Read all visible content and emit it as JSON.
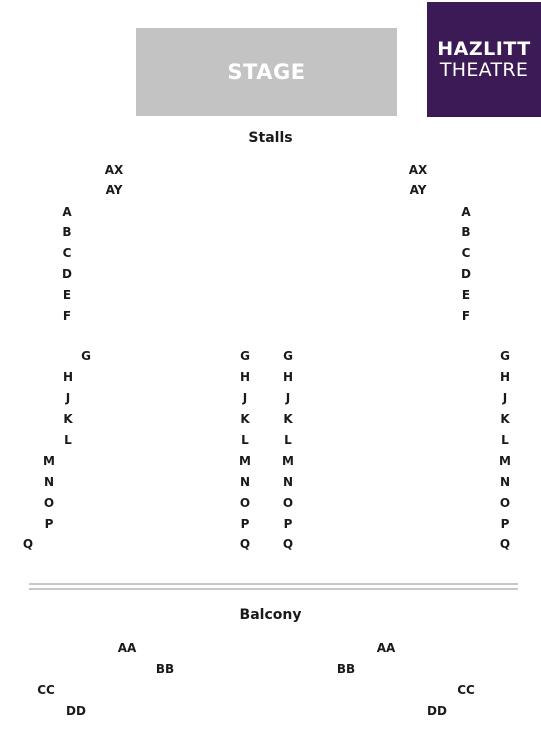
{
  "stage": {
    "label": "STAGE"
  },
  "logo": {
    "line1": "HAZLITT",
    "line2": "THEATRE"
  },
  "stalls": {
    "title": "Stalls",
    "rows": {
      "ax_left": "AX",
      "ay_left": "AY",
      "ax_right": "AX",
      "ay_right": "AY",
      "a_left": "A",
      "b_left": "B",
      "c_left": "C",
      "d_left": "D",
      "e_left": "E",
      "f_left": "F",
      "a_right": "A",
      "b_right": "B",
      "c_right": "C",
      "d_right": "D",
      "e_right": "E",
      "f_right": "F",
      "g": "G",
      "h": "H",
      "j": "J",
      "k": "K",
      "l": "L",
      "m": "M",
      "n": "N",
      "o": "O",
      "p": "P",
      "q": "Q"
    }
  },
  "balcony": {
    "title": "Balcony",
    "rows": {
      "aa": "AA",
      "bb": "BB",
      "cc": "CC",
      "dd": "DD"
    }
  }
}
